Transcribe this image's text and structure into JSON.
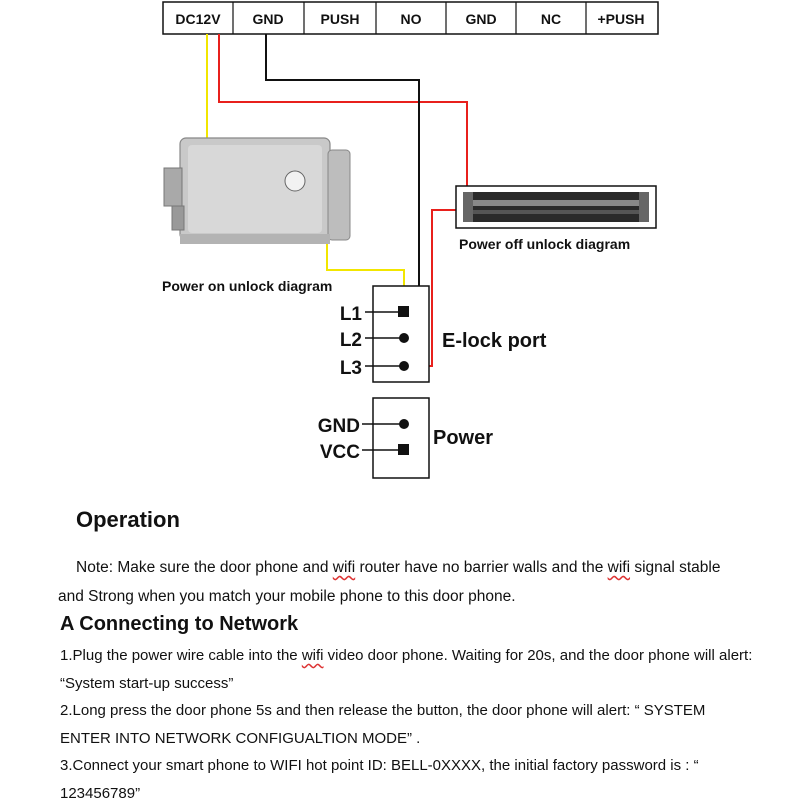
{
  "terminal_strip": {
    "labels": [
      "DC12V",
      "GND",
      "PUSH",
      "NO",
      "GND",
      "NC",
      "+PUSH"
    ]
  },
  "diagram": {
    "power_on_label": "Power on unlock diagram",
    "power_off_label": "Power off unlock diagram",
    "elock_port": {
      "title": "E-lock port",
      "pins": [
        "L1",
        "L2",
        "L3"
      ]
    },
    "power_port": {
      "title": "Power",
      "pins": [
        "GND",
        "VCC"
      ]
    },
    "wire_colors": {
      "yellow": "#f2e600",
      "red": "#e8201c",
      "black": "#111111"
    }
  },
  "operation": {
    "heading": "Operation",
    "note_before": "Note: Make sure the door phone and ",
    "note_wifi1": "wifi",
    "note_mid": " router have no barrier walls and the ",
    "note_wifi2": "wifi",
    "note_after": " signal stable and Strong when you match your mobile phone to this door phone."
  },
  "network": {
    "heading": "A Connecting to Network",
    "step1_before": "1.Plug the power wire cable into the ",
    "step1_wifi": "wifi",
    "step1_after": " video door phone. Waiting for 20s, and the door phone will alert:  “System start-up success”",
    "step2": "2.Long press the door phone 5s and then release the button, the door phone will alert: “ SYSTEM ENTER INTO NETWORK CONFIGUALTION MODE” .",
    "step3": "3.Connect your smart phone to WIFI hot point ID: BELL-0XXXX, the initial factory password is : “ 123456789”"
  }
}
